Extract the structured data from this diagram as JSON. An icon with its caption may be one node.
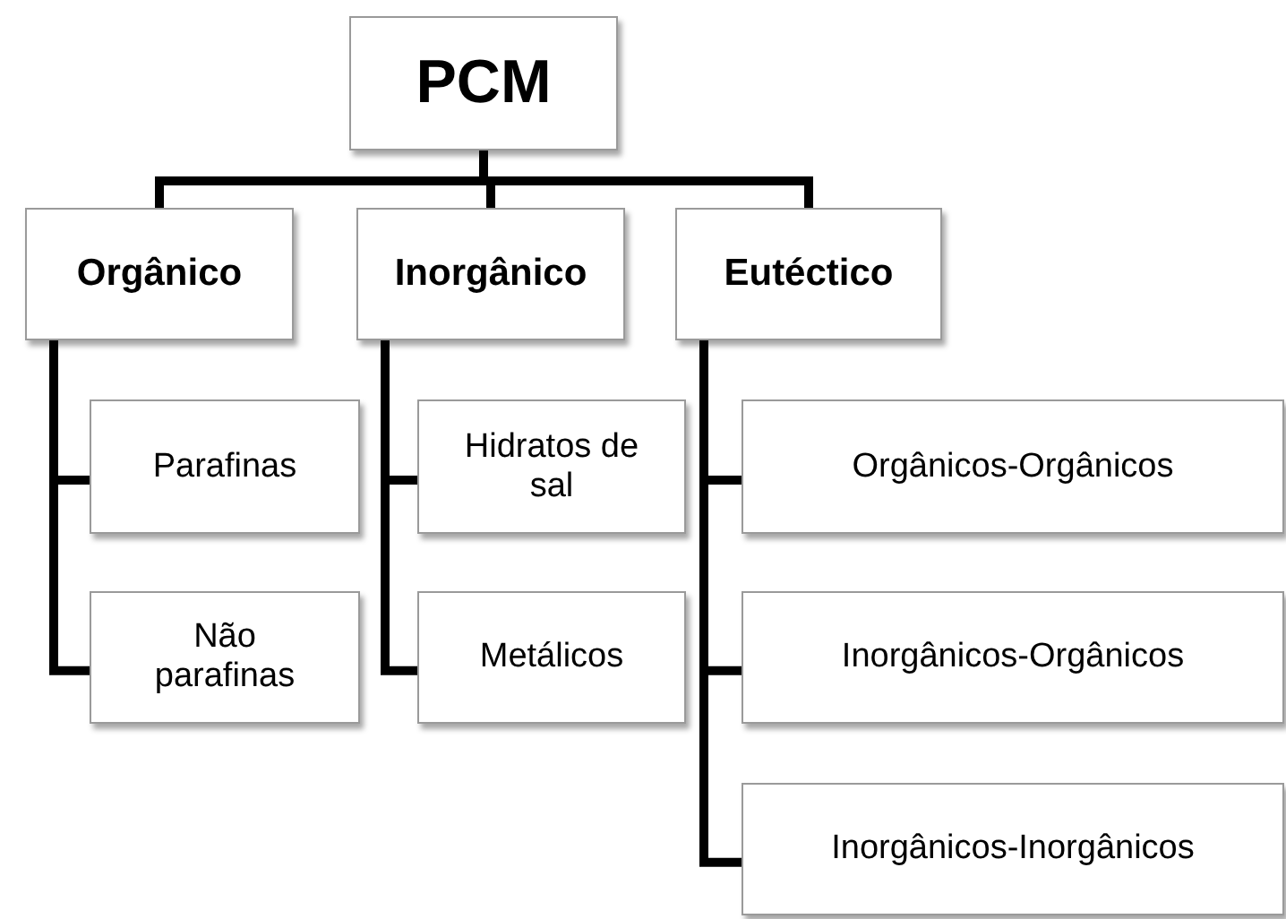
{
  "diagram": {
    "nodes": [
      {
        "text": [
          "PCM"
        ]
      },
      {
        "text": [
          "Orgânico"
        ]
      },
      {
        "text": [
          "Inorgânico"
        ]
      },
      {
        "text": [
          "Eutéctico"
        ]
      },
      {
        "text": [
          "Parafinas"
        ]
      },
      {
        "text": [
          "Não parafinas"
        ]
      },
      {
        "text": [
          "Hidratos de sal"
        ]
      },
      {
        "text": [
          "Metálicos"
        ]
      },
      {
        "text": [
          "Orgânicos-Orgânicos"
        ]
      },
      {
        "text": [
          "Inorgânicos-Orgânicos"
        ]
      },
      {
        "text": [
          "Inorgânicos-Inorgânicos"
        ]
      }
    ],
    "edges": [
      {
        "from": 0,
        "to": 1,
        "arrow": "none"
      },
      {
        "from": 0,
        "to": 2,
        "arrow": "none"
      },
      {
        "from": 0,
        "to": 3,
        "arrow": "none"
      },
      {
        "from": 1,
        "to": 4,
        "arrow": "none"
      },
      {
        "from": 1,
        "to": 5,
        "arrow": "none"
      },
      {
        "from": 2,
        "to": 6,
        "arrow": "none"
      },
      {
        "from": 2,
        "to": 7,
        "arrow": "none"
      },
      {
        "from": 3,
        "to": 8,
        "arrow": "none"
      },
      {
        "from": 3,
        "to": 9,
        "arrow": "none"
      },
      {
        "from": 3,
        "to": 10,
        "arrow": "none"
      }
    ]
  }
}
